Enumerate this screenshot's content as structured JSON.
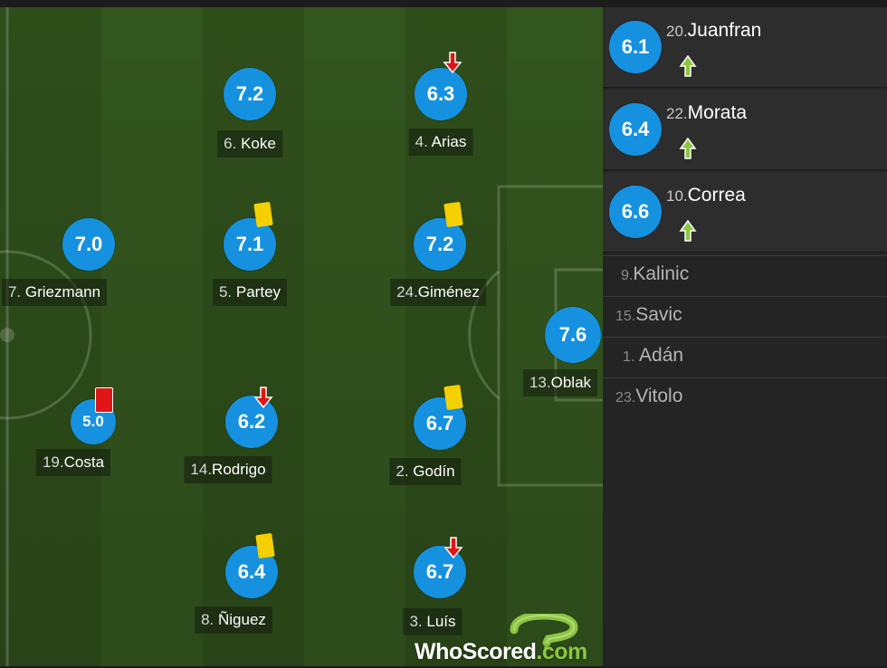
{
  "colors": {
    "rating_bg": "#1591e0",
    "pitch_dark": "#31521c",
    "pitch_light": "#365a20",
    "yellow_card": "#f5d000",
    "red_card": "#e01616",
    "sub_arrow": "#8cc63f",
    "down_arrow": "#e01616"
  },
  "players": [
    {
      "num": "6.",
      "name": "Koke",
      "rating": "7.2",
      "event": ""
    },
    {
      "num": "4.",
      "name": "Arias",
      "rating": "6.3",
      "event": "subbed-off-arrow-icon"
    },
    {
      "num": "7.",
      "name": "Griezmann",
      "rating": "7.0",
      "event": ""
    },
    {
      "num": "5.",
      "name": "Partey",
      "rating": "7.1",
      "event": "yellow-card-icon"
    },
    {
      "num": "24.",
      "name": "Giménez",
      "rating": "7.2",
      "event": "yellow-card-icon"
    },
    {
      "num": "13.",
      "name": "Oblak",
      "rating": "7.6",
      "event": ""
    },
    {
      "num": "19.",
      "name": "Costa",
      "rating": "5.0",
      "event": "red-card-icon"
    },
    {
      "num": "14.",
      "name": "Rodrigo",
      "rating": "6.2",
      "event": "subbed-off-arrow-icon"
    },
    {
      "num": "2.",
      "name": "Godín",
      "rating": "6.7",
      "event": "yellow-card-icon"
    },
    {
      "num": "8.",
      "name": "Ñiguez",
      "rating": "6.4",
      "event": "yellow-card-icon"
    },
    {
      "num": "3.",
      "name": "Luís",
      "rating": "6.7",
      "event": "subbed-off-arrow-icon"
    }
  ],
  "substitutes_used": [
    {
      "num": "20.",
      "name": "Juanfran",
      "rating": "6.1",
      "icon": "subbed-on-arrow-icon"
    },
    {
      "num": "22.",
      "name": "Morata",
      "rating": "6.4",
      "icon": "subbed-on-arrow-icon"
    },
    {
      "num": "10.",
      "name": "Correa",
      "rating": "6.6",
      "icon": "subbed-on-arrow-icon"
    }
  ],
  "bench": [
    {
      "num": "9.",
      "name": "Kalinic"
    },
    {
      "num": "15.",
      "name": "Savic"
    },
    {
      "num": "1.",
      "name": "Adán"
    },
    {
      "num": "23.",
      "name": "Vitolo"
    }
  ],
  "logo": {
    "part1": "WhoScored",
    "part2": ".com",
    "icon": "whoscored-question-mark-icon"
  }
}
